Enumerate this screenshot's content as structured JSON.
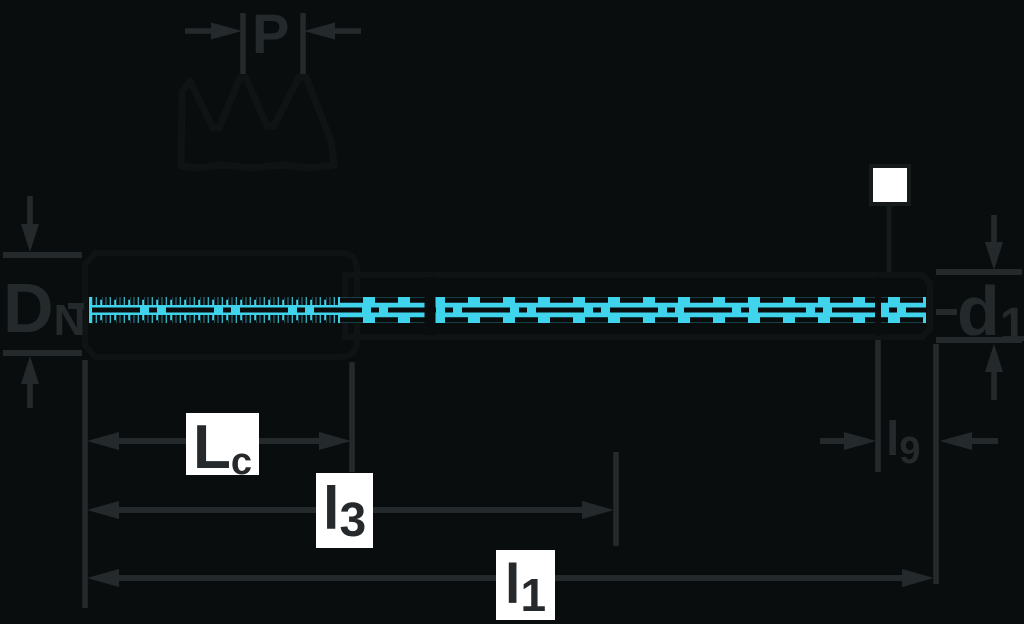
{
  "figure": {
    "type": "technical-drawing",
    "subject": "machine tap with through-coolant channel, dimension callouts"
  },
  "labels": {
    "p": {
      "main": "P",
      "sub": ""
    },
    "dn": {
      "main": "D",
      "sub": "N"
    },
    "d1": {
      "main": "d",
      "sub": "1"
    },
    "lc": {
      "main": "L",
      "sub": "c"
    },
    "l3": {
      "main": "l",
      "sub": "3"
    },
    "l1": {
      "main": "l",
      "sub": "1"
    },
    "l9": {
      "main": "l",
      "sub": "9"
    }
  },
  "colors": {
    "background": "#0a0d0e",
    "line_art": "#242a2c",
    "tool_outline": "#101314",
    "detail_ink": "#0a0d0d",
    "tool_fill": "#dce4e4",
    "coolant": "#3fd4ec",
    "label_box": "#ffffff",
    "boxed_text": "#26292c"
  }
}
